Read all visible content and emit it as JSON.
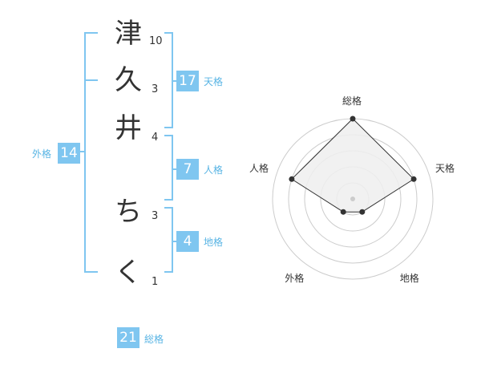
{
  "name": {
    "chars": [
      {
        "char": "津",
        "strokes": "10"
      },
      {
        "char": "久",
        "strokes": "3"
      },
      {
        "char": "井",
        "strokes": "4"
      },
      {
        "char": "ち",
        "strokes": "3"
      },
      {
        "char": "く",
        "strokes": "1"
      }
    ]
  },
  "kakusu": {
    "tenkaku": {
      "value": "17",
      "label": "天格"
    },
    "jinkaku": {
      "value": "7",
      "label": "人格"
    },
    "chikaku": {
      "value": "4",
      "label": "地格"
    },
    "gaikaku": {
      "value": "14",
      "label": "外格"
    },
    "soukaku": {
      "value": "21",
      "label": "総格"
    }
  },
  "radar": {
    "axes": [
      "総格",
      "天格",
      "地格",
      "外格",
      "人格"
    ],
    "values": [
      5,
      4,
      1,
      1,
      4
    ],
    "max": 5,
    "rings": 5
  },
  "colors": {
    "accent": "#7fc6f0",
    "label": "#58b4e4",
    "text": "#333333",
    "ring": "#cccccc",
    "fill": "#eeeeee",
    "line": "#333333"
  }
}
